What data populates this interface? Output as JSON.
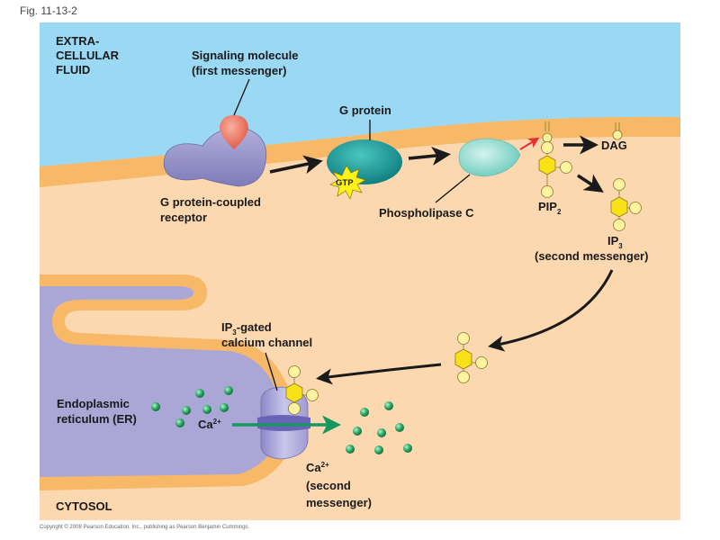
{
  "figure_label": "Fig. 11-13-2",
  "copyright": "Copyright © 2008 Pearson Education, Inc., publishing as Pearson Benjamin Cummings.",
  "regions": {
    "extracellular": [
      "EXTRA-",
      "CELLULAR",
      "FLUID"
    ],
    "cytosol": "CYTOSOL"
  },
  "labels": {
    "signaling_molecule": [
      "Signaling molecule",
      "(first messenger)"
    ],
    "g_protein": "G protein",
    "gtp": "GTP",
    "receptor": [
      "G protein-coupled",
      "receptor"
    ],
    "phospholipase": "Phospholipase C",
    "dag": "DAG",
    "pip2": {
      "base": "PIP",
      "sub": "2"
    },
    "ip3": {
      "base": "IP",
      "sub": "3",
      "note": "(second messenger)"
    },
    "channel": {
      "base": "IP",
      "sub": "3",
      "rest": "-gated",
      "line2": "calcium channel"
    },
    "er": [
      "Endoplasmic",
      "reticulum (ER)"
    ],
    "ca_inside": {
      "base": "Ca",
      "sup": "2+"
    },
    "ca_outside": {
      "base": "Ca",
      "sup": "2+",
      "line2": "(second",
      "line3": "messenger)"
    }
  },
  "colors": {
    "extracellular": "#9ad8f3",
    "membrane": "#f7b867",
    "cytosol": "#fbd8b0",
    "receptor": "#9b97cc",
    "signal": "#ec6f5c",
    "g_protein": "#1a9b9a",
    "phospholipase": "#8fd8cd",
    "gtp_star": "#fff21a",
    "ip3_hex": "#f8e217",
    "ip3_ball": "#fdf3a0",
    "calcium": "#2aa865",
    "ca_arrow": "#17965f",
    "red_arrow": "#e53030"
  }
}
